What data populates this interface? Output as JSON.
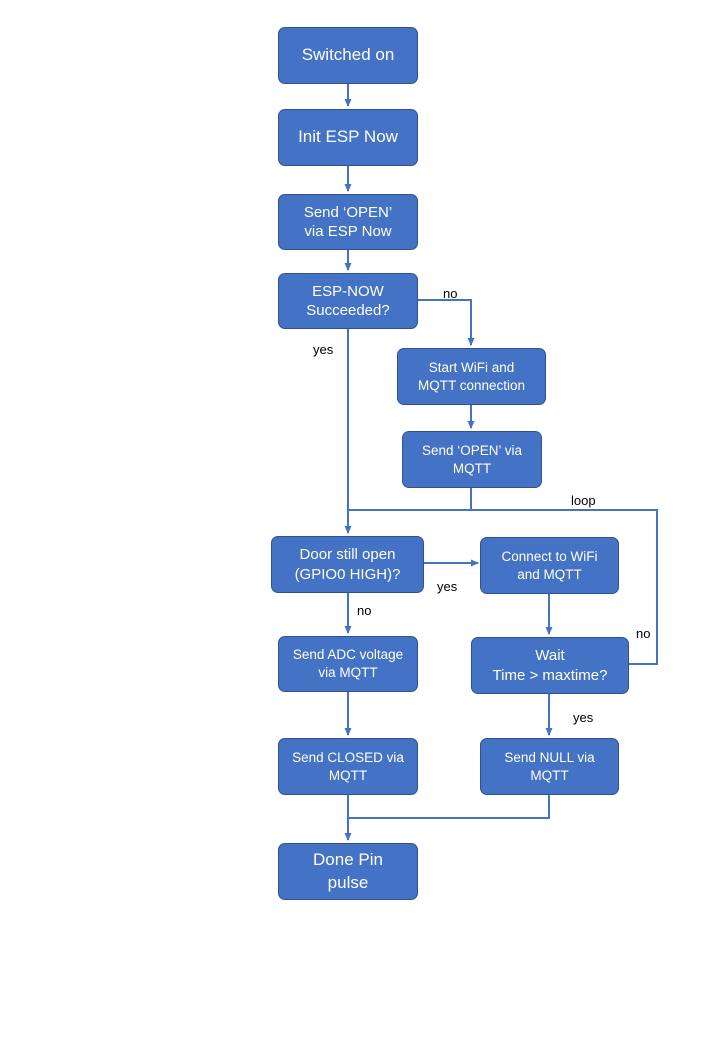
{
  "colors": {
    "node_fill": "#4472c4",
    "node_border": "#2f528f",
    "connector": "#4472c4",
    "node_text": "#ffffff"
  },
  "nodes": {
    "switched_on": "Switched on",
    "init_esp_now": "Init ESP Now",
    "send_open_esp": "Send ‘OPEN’\nvia ESP Now",
    "esp_now_succeeded": "ESP-NOW\nSucceeded?",
    "start_wifi": "Start WiFi and\nMQTT connection",
    "send_open_mqtt": "Send ‘OPEN’ via\nMQTT",
    "door_still_open": "Door still open\n(GPIO0 HIGH)?",
    "connect_wifi": "Connect to WiFi\nand MQTT",
    "send_adc": "Send ADC voltage\nvia MQTT",
    "wait_maxtime": "Wait\nTime > maxtime?",
    "send_closed": "Send CLOSED via\nMQTT",
    "send_null": "Send NULL via\nMQTT",
    "done_pin": "Done Pin\npulse"
  },
  "edge_labels": {
    "esp_no": "no",
    "esp_yes": "yes",
    "loop": "loop",
    "door_yes": "yes",
    "door_no": "no",
    "wait_no": "no",
    "wait_yes": "yes"
  }
}
